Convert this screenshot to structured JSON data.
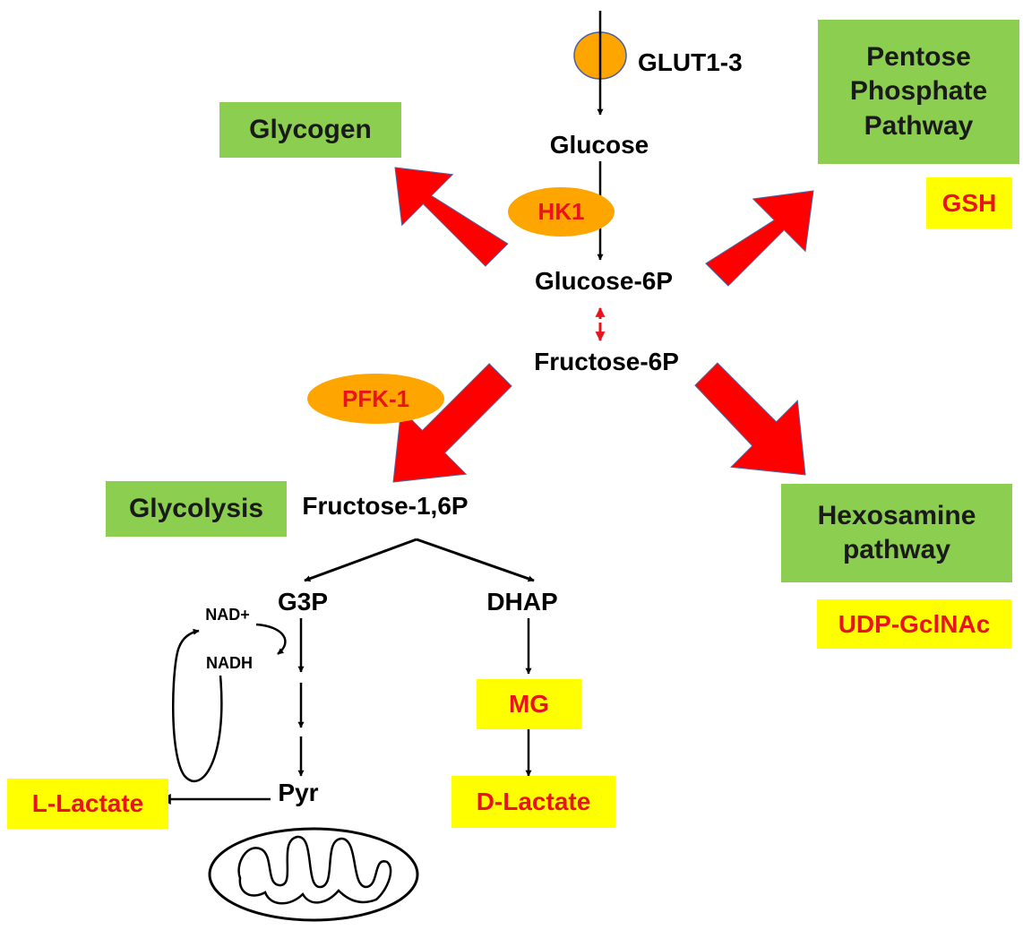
{
  "transporter": {
    "label": "GLUT1-3"
  },
  "metabolites": {
    "glucose": "Glucose",
    "glucose_6p": "Glucose-6P",
    "fructose_6p": "Fructose-6P",
    "fructose_16p": "Fructose-1,6P",
    "g3p": "G3P",
    "dhap": "DHAP",
    "pyr": "Pyr",
    "nad_plus": "NAD+",
    "nadh": "NADH"
  },
  "enzymes": {
    "hk1": "HK1",
    "pfk1": "PFK-1"
  },
  "pathways": {
    "glycogen": "Glycogen",
    "pentose_line1": "Pentose",
    "pentose_line2": "Phosphate",
    "pentose_line3": "Pathway",
    "glycolysis": "Glycolysis",
    "hexosamine_line1": "Hexosamine",
    "hexosamine_line2": "pathway"
  },
  "products": {
    "gsh": "GSH",
    "udp_gclnac": "UDP-GclNAc",
    "mg": "MG",
    "l_lactate": "L-Lactate",
    "d_lactate": "D-Lactate"
  },
  "colors": {
    "pathway_box": "#8ccf50",
    "product_box": "#ffff00",
    "product_text": "#e8141b",
    "enzyme_fill": "#ffa500",
    "flux_arrow": "#ff0000",
    "flux_arrow_outline": "#4a67a8"
  }
}
